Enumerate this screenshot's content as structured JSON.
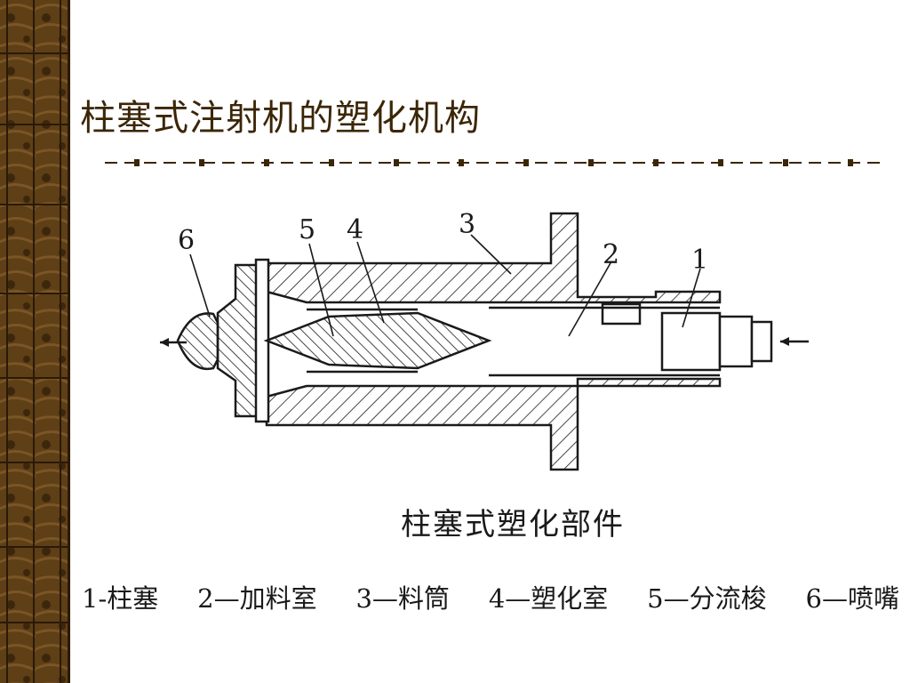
{
  "slide": {
    "title": "柱塞式注射机的塑化机构",
    "figure_caption": "柱塞式塑化部件",
    "callout_numbers": [
      "1",
      "2",
      "3",
      "4",
      "5",
      "6"
    ],
    "legend": [
      {
        "num": "1-",
        "text": "柱塞"
      },
      {
        "num": "2—",
        "text": "加料室"
      },
      {
        "num": "3—",
        "text": "料筒"
      },
      {
        "num": "4—",
        "text": "塑化室"
      },
      {
        "num": "5—",
        "text": "分流梭"
      },
      {
        "num": "6—",
        "text": "喷嘴"
      }
    ]
  },
  "colors": {
    "title": "#3b2606",
    "sidebar_wood": "#6b4a1e",
    "sidebar_dark": "#2a1a08",
    "ink": "#1a1a1a"
  }
}
